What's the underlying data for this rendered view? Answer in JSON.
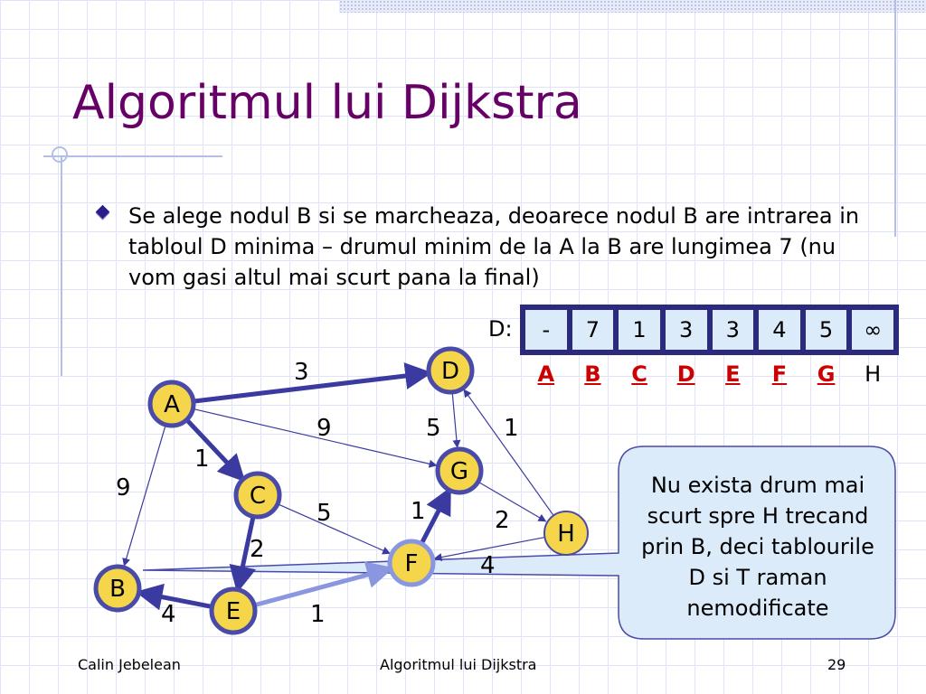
{
  "slide": {
    "title": "Algoritmul lui Dijkstra",
    "bullet": "Se alege nodul B si se marcheaza, deoarece nodul B are intrarea in tabloul D minima – drumul minim de la A la B are lungimea 7 (nu vom gasi altul mai scurt pana la final)"
  },
  "table": {
    "label": "D:",
    "values": [
      "-",
      "7",
      "1",
      "3",
      "3",
      "4",
      "5",
      "∞"
    ],
    "headers": [
      "A",
      "B",
      "C",
      "D",
      "E",
      "F",
      "G",
      "H"
    ],
    "marked": [
      true,
      true,
      true,
      true,
      true,
      true,
      true,
      false
    ]
  },
  "graph": {
    "nodes": [
      {
        "id": "A",
        "label": "A"
      },
      {
        "id": "B",
        "label": "B"
      },
      {
        "id": "C",
        "label": "C"
      },
      {
        "id": "D",
        "label": "D"
      },
      {
        "id": "E",
        "label": "E"
      },
      {
        "id": "F",
        "label": "F"
      },
      {
        "id": "G",
        "label": "G"
      },
      {
        "id": "H",
        "label": "H"
      }
    ],
    "edges": [
      {
        "from": "A",
        "to": "D",
        "weight": "3",
        "bold": true
      },
      {
        "from": "A",
        "to": "C",
        "weight": "1",
        "bold": true
      },
      {
        "from": "A",
        "to": "G",
        "weight": "9",
        "bold": false
      },
      {
        "from": "A",
        "to": "B",
        "weight": "9",
        "bold": false
      },
      {
        "from": "D",
        "to": "G",
        "weight": "5",
        "bold": false
      },
      {
        "from": "H",
        "to": "D",
        "weight": "1",
        "bold": false
      },
      {
        "from": "C",
        "to": "E",
        "weight": "2",
        "bold": true
      },
      {
        "from": "C",
        "to": "F",
        "weight": "5",
        "bold": false
      },
      {
        "from": "F",
        "to": "G",
        "weight": "1",
        "bold": true
      },
      {
        "from": "G",
        "to": "H",
        "weight": "2",
        "bold": false
      },
      {
        "from": "H",
        "to": "F",
        "weight": "4",
        "bold": false
      },
      {
        "from": "E",
        "to": "B",
        "weight": "4",
        "bold": true
      },
      {
        "from": "E",
        "to": "F",
        "weight": "1",
        "bold": true
      }
    ]
  },
  "callout": {
    "text": "Nu exista drum mai\nscurt spre H trecand\nprin B, deci tablourile\nD si T raman\nnemodificate"
  },
  "footer": {
    "author": "Calin Jebelean",
    "title": "Algoritmul lui Dijkstra",
    "page": "29"
  },
  "colors": {
    "title": "#660066",
    "node_fill": "#f5d64a",
    "node_stroke": "#4a4aa8",
    "edge": "#3a3aa0",
    "marked_header": "#cc0000",
    "table_frame": "#2b2a7c",
    "table_cell": "#dcebfa",
    "callout_fill": "#dcebfa",
    "callout_stroke": "#4a4aa8"
  }
}
